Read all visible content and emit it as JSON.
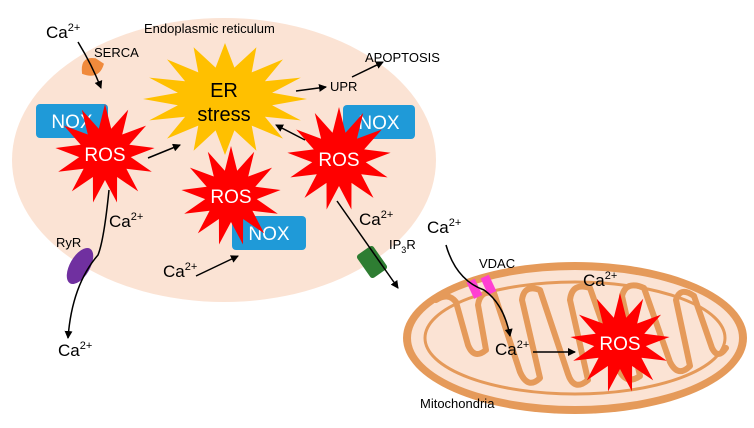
{
  "colors": {
    "er_fill": "#fbe3d4",
    "mito_outer": "#e59a5a",
    "mito_inner_fill": "#fbe3d4",
    "ros_fill": "#ff0000",
    "stress_fill": "#ffc000",
    "nox_fill": "#1f9ad8",
    "serca_fill": "#f08a3c",
    "ryr_fill": "#7030a0",
    "ip3r_fill": "#2e7d32",
    "vdac_fill": "#ff3fd2"
  },
  "labels": {
    "er": "Endoplasmic reticulum",
    "serca": "SERCA",
    "apoptosis": "APOPTOSIS",
    "upr": "UPR",
    "ryr": "RyR",
    "ip3r_main": "IP",
    "ip3r_sub": "3",
    "ip3r_tail": "R",
    "vdac": "VDAC",
    "mitochondria": "Mitochondria"
  },
  "stress": {
    "line1": "ER",
    "line2": "stress"
  },
  "ros": {
    "label": "ROS"
  },
  "nox": {
    "label": "NOX"
  },
  "calcium": {
    "base": "Ca",
    "charge": "2+"
  }
}
